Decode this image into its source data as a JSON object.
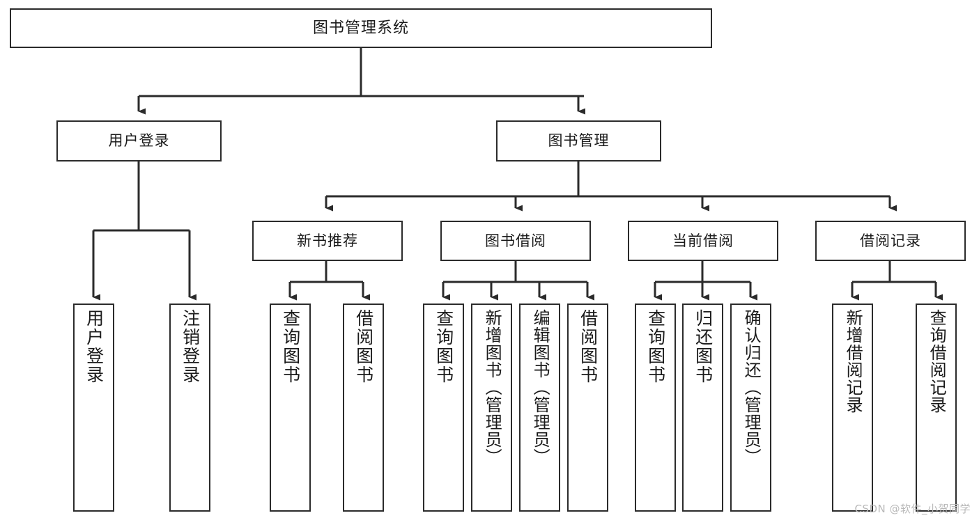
{
  "diagram": {
    "title": "图书管理系统",
    "type": "tree-hierarchy-chart",
    "root": {
      "label": "图书管理系统"
    },
    "level1": [
      {
        "label": "用户登录"
      },
      {
        "label": "图书管理"
      }
    ],
    "level2": [
      {
        "label": "新书推荐"
      },
      {
        "label": "图书借阅"
      },
      {
        "label": "当前借阅"
      },
      {
        "label": "借阅记录"
      }
    ],
    "leaves": {
      "user_login": [
        {
          "label": "用户登录"
        },
        {
          "label": "注销登录"
        }
      ],
      "new_book_recommend": [
        {
          "label": "查询图书"
        },
        {
          "label": "借阅图书"
        }
      ],
      "book_borrow": [
        {
          "label": "查询图书"
        },
        {
          "label": "新增图书（管理员）"
        },
        {
          "label": "编辑图书（管理员）"
        },
        {
          "label": "借阅图书"
        }
      ],
      "current_borrow": [
        {
          "label": "查询图书"
        },
        {
          "label": "归还图书"
        },
        {
          "label": "确认归还（管理员）"
        }
      ],
      "borrow_records": [
        {
          "label": "新增借阅记录"
        },
        {
          "label": "查询借阅记录"
        }
      ]
    }
  },
  "watermark": {
    "text": "CSDN @软件_小贺同学"
  },
  "colors": {
    "border": "#2b2b2b",
    "background": "#ffffff",
    "text": "#1a1a1a",
    "watermark": "#b9b9b9"
  }
}
